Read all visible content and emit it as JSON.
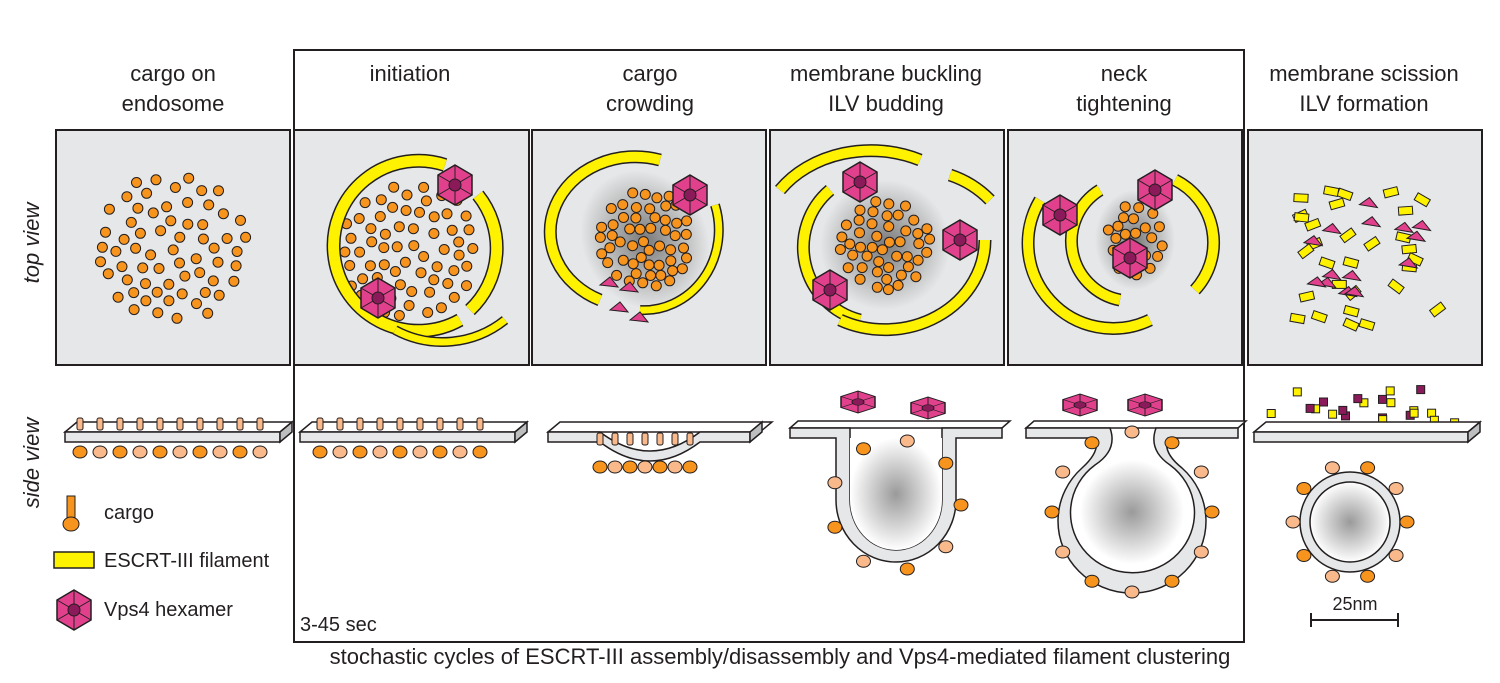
{
  "stages": [
    {
      "line1": "cargo on",
      "line2": "endosome"
    },
    {
      "line1": "initiation",
      "line2": ""
    },
    {
      "line1": "cargo",
      "line2": "crowding"
    },
    {
      "line1": "membrane buckling",
      "line2": "ILV budding"
    },
    {
      "line1": "neck",
      "line2": "tightening"
    },
    {
      "line1": "membrane scission",
      "line2": "ILV formation"
    }
  ],
  "row_labels": {
    "top": "top view",
    "side": "side view"
  },
  "legend": {
    "cargo": "cargo",
    "filament": "ESCRT-III filament",
    "vps4": "Vps4 hexamer"
  },
  "timer": "3-45 sec",
  "caption": "stochastic cycles of ESCRT-III assembly/disassembly and Vps4-mediated filament clustering",
  "scale_bar": "25nm",
  "colors": {
    "cargo": "#f7941d",
    "cargo_light": "#f9b98a",
    "filament": "#fff200",
    "vps4": "#e0408c",
    "vps4_dark": "#8b1a5a",
    "panel": "#e6e7e8",
    "membrane": "#e6e7e8"
  }
}
